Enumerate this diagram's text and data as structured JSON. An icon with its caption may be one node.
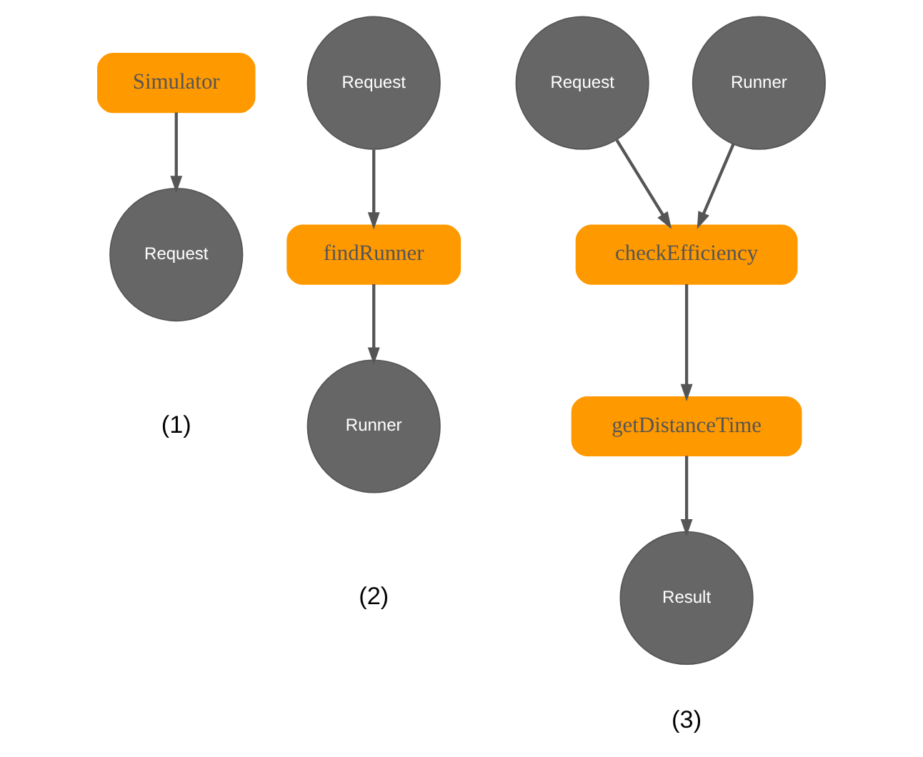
{
  "diagram": {
    "nodes": [
      {
        "text": [
          "Simulator"
        ]
      },
      {
        "text": [
          "Request"
        ],
        "beside": [
          "(1)"
        ]
      },
      {
        "text": [
          "Request"
        ]
      },
      {
        "text": [
          "findRunner"
        ]
      },
      {
        "text": [
          "Runner"
        ],
        "beside": [
          "(2)"
        ]
      },
      {
        "text": [
          "Request"
        ]
      },
      {
        "text": [
          "Runner"
        ]
      },
      {
        "text": [
          "checkEfficiency"
        ]
      },
      {
        "text": [
          "getDistanceTime"
        ]
      },
      {
        "text": [
          "Result"
        ],
        "beside": [
          "(3)"
        ]
      }
    ],
    "edges": [
      {
        "from": 0,
        "to": 1,
        "arrow": "to"
      },
      {
        "from": 2,
        "to": 3,
        "arrow": "to"
      },
      {
        "from": 3,
        "to": 4,
        "arrow": "to"
      },
      {
        "from": 5,
        "to": 7,
        "arrow": "to"
      },
      {
        "from": 6,
        "to": 7,
        "arrow": "to"
      },
      {
        "from": 7,
        "to": 8,
        "arrow": "to"
      },
      {
        "from": 8,
        "to": 9,
        "arrow": "to"
      }
    ]
  }
}
